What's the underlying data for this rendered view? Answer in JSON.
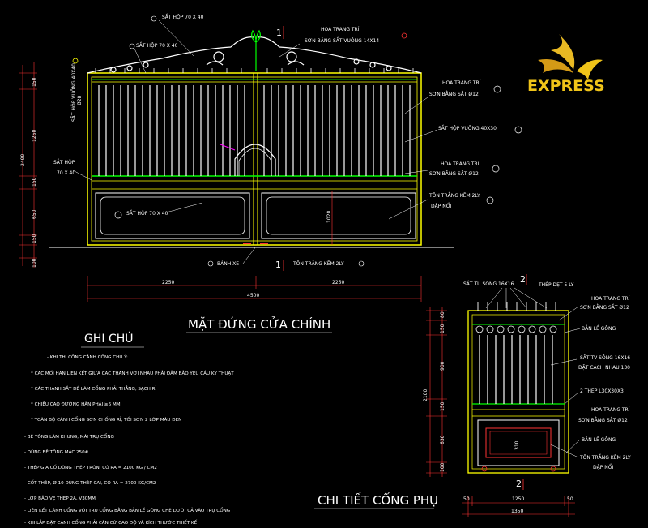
{
  "logo": {
    "text": "EXPRESS",
    "color": "#f0c419"
  },
  "main_view": {
    "title": "MẶT ĐỨNG CỬA CHÍNH",
    "section_mark": "1",
    "labels": {
      "top_bar": "SẮT HỘP 70 X 40",
      "top_bar2": "SẮT HỘP 70 X 40",
      "hoa_top": "HOA TRANG TRÍ",
      "hoa_top2": "SƠN BẰNG SẮT VUÔNG 14X14",
      "hoa_r1": "HOA TRANG TRÍ",
      "hoa_r1b": "SƠN BẰNG SẮT Ø12",
      "sat_vuong": "SẮT HỘP VUÔNG 40X30",
      "hoa_r2": "HOA TRANG TRÍ",
      "hoa_r2b": "SƠN BẰNG SẮT Ø12",
      "ton": "TÔN TRẮNG KẼM 2LY",
      "dap_noi": "DẬP NỔI",
      "left_vertical": "SẮT HỘP VUÔNG 40X40",
      "left_vertical2": "Ø28",
      "sat_hop_left": "SẮT HỘP",
      "sat_hop_left2": "70 X 40",
      "sat_hop_panel": "SẮT HỘP 70 X 40",
      "banh_xe": "BÁNH XE",
      "ton_bottom": "TÔN TRẮNG KẼM 2LY"
    },
    "dims": {
      "h_total": "2400",
      "h1": "150",
      "h2": "1260",
      "h3": "150",
      "h4": "650",
      "h5": "150",
      "h6": "100",
      "h_inner": "1020",
      "w_left": "2250",
      "w_right": "2250",
      "w_total": "4500"
    }
  },
  "notes": {
    "heading": "GHI CHÚ",
    "lines": [
      "- KHI THI CÔNG CÁNH CỔNG CHÚ Ý:",
      "* CÁC MỐI HÀN LIÊN KẾT GIỮA CÁC THANH VỚI NHAU PHẢI ĐẢM BẢO YÊU CẦU KỸ THUẬT",
      "* CÁC THANH SẮT ĐỂ LÀM CỔNG PHẢI THẲNG, SẠCH RỈ",
      "* CHIỀU CAO ĐƯỜNG HÀN PHẢI ≥6 MM",
      "* TOÀN BỘ CÁNH CỔNG SƠN CHỐNG RỈ, TỐI SƠN 2 LỚP MÀU ĐEN",
      "- BÊ TÔNG LÀM KHUNG, MÁI TRỤ CỔNG",
      "- DÙNG BÊ TÔNG MÁC 250#",
      "- THÉP GIA CỐ DÙNG THÉP TRÒN, CÓ RA = 2100 KG / CM2",
      "- CỐT THÉP, Ø 10 DÙNG THÉP CAI, CÓ RA = 2700 KG/CM2",
      "- LỚP BẢO VỆ THÉP 2A, V30MM",
      "- LIÊN KẾT CÁNH CỔNG VỚI TRỤ CỔNG BẰNG BẢN LỀ GÔNG CHÈ DƯỚI CẢ VÀO TRỤ CỔNG",
      "- KHI LẮP ĐẶT CÁNH CỔNG PHẢI CĂN CỨ CAO ĐỘ VÀ KÍCH THƯỚC THIẾT KẾ"
    ]
  },
  "side_view": {
    "title": "CHI TIẾT CỔNG PHỤ",
    "section_mark": "2",
    "labels": {
      "sat_tu": "SẮT TU SÔNG 16X16",
      "thep_det": "THÉP DẸT 5 LY",
      "hoa": "HOA TRANG TRÍ",
      "hoa2": "SƠN BẰNG SẮT Ø12",
      "ban_le": "BẢN LỀ GÔNG",
      "sat_tv": "SẮT TV SÔNG 16X16",
      "dat_cach": "ĐẶT CÁCH NHAU 130",
      "thep_l": "2 THÉP L30X30X3",
      "hoa_b": "HOA TRANG TRÍ",
      "hoa_b2": "SƠN BẰNG SẮT Ø12",
      "ban_le2": "BẢN LỀ GÔNG",
      "ton": "TÔN TRẮNG KẼM 2LY",
      "dap_noi": "DẬP NỔI"
    },
    "dims": {
      "h_total": "2100",
      "h1": "80",
      "h2": "150",
      "h3": "900",
      "h4": "150",
      "h5": "630",
      "h6": "100",
      "h_inner": "310",
      "w_side_l": "50",
      "w_mid": "1250",
      "w_side_r": "50",
      "w_total": "1350"
    }
  }
}
